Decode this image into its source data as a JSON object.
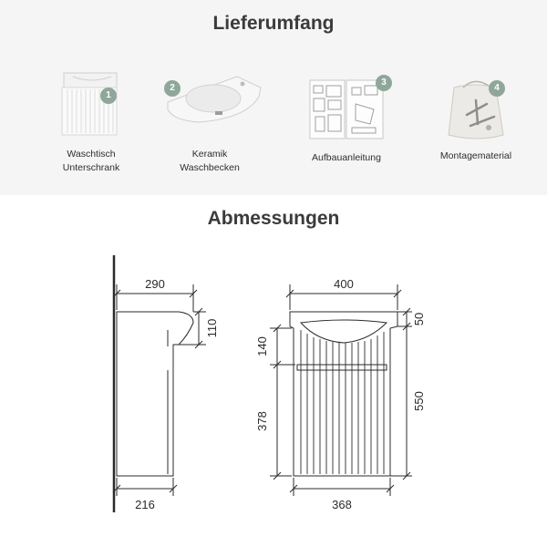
{
  "sections": {
    "scope_title": "Lieferumfang",
    "dims_title": "Abmessungen"
  },
  "items": [
    {
      "number": "1",
      "line1": "Waschtisch",
      "line2": "Unterschrank",
      "icon": "cabinet-icon"
    },
    {
      "number": "2",
      "line1": "Keramik",
      "line2": "Waschbecken",
      "icon": "ceramic-basin-icon"
    },
    {
      "number": "3",
      "line1": "Aufbauanleitung",
      "line2": "",
      "icon": "manual-icon"
    },
    {
      "number": "4",
      "line1": "Montagematerial",
      "line2": "",
      "icon": "hardware-bag-icon"
    }
  ],
  "dimensions": {
    "side": {
      "depth_top": "290",
      "basin_height": "110",
      "depth_bottom": "216"
    },
    "front": {
      "width_top": "400",
      "basin_rim": "50",
      "upper": "140",
      "lower": "378",
      "total_height": "550",
      "width_bottom": "368"
    }
  },
  "colors": {
    "badge": "#8fa79a",
    "band": "#f5f5f5",
    "line": "#2b2b2b"
  }
}
